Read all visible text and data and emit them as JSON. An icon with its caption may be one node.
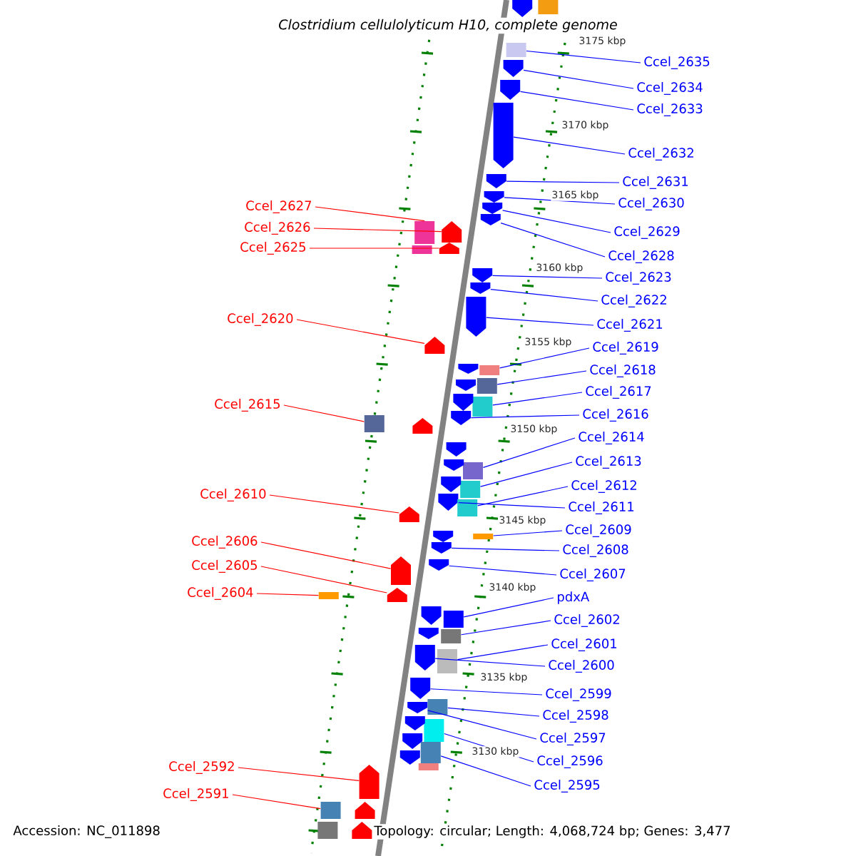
{
  "diagram": {
    "title": "Clostridium cellulolyticum H10, complete genome",
    "nodes": [
      {
        "text": [
          "Ccel_2635"
        ]
      },
      {
        "text": [
          "Ccel_2634"
        ]
      },
      {
        "text": [
          "Ccel_2633"
        ]
      },
      {
        "text": [
          "Ccel_2632"
        ]
      },
      {
        "text": [
          "Ccel_2631"
        ]
      },
      {
        "text": [
          "Ccel_2630"
        ]
      },
      {
        "text": [
          "Ccel_2627"
        ]
      },
      {
        "text": [
          "Ccel_2626"
        ]
      },
      {
        "text": [
          "Ccel_2629"
        ]
      },
      {
        "text": [
          "Ccel_2625"
        ]
      },
      {
        "text": [
          "Ccel_2628"
        ]
      },
      {
        "text": [
          "Ccel_2623"
        ]
      },
      {
        "text": [
          "Ccel_2622"
        ]
      },
      {
        "text": [
          "Ccel_2620"
        ]
      },
      {
        "text": [
          "Ccel_2621"
        ]
      },
      {
        "text": [
          "Ccel_2619"
        ]
      },
      {
        "text": [
          "Ccel_2618"
        ]
      },
      {
        "text": [
          "Ccel_2617"
        ]
      },
      {
        "text": [
          "Ccel_2615"
        ]
      },
      {
        "text": [
          "Ccel_2616"
        ]
      },
      {
        "text": [
          "Ccel_2614"
        ]
      },
      {
        "text": [
          "Ccel_2613"
        ]
      },
      {
        "text": [
          "Ccel_2612"
        ]
      },
      {
        "text": [
          "Ccel_2610"
        ]
      },
      {
        "text": [
          "Ccel_2611"
        ]
      },
      {
        "text": [
          "Ccel_2609"
        ]
      },
      {
        "text": [
          "Ccel_2606"
        ]
      },
      {
        "text": [
          "Ccel_2608"
        ]
      },
      {
        "text": [
          "Ccel_2605"
        ]
      },
      {
        "text": [
          "Ccel_2607"
        ]
      },
      {
        "text": [
          "Ccel_2604"
        ]
      },
      {
        "text": [
          "pdxA"
        ]
      },
      {
        "text": [
          "Ccel_2602"
        ]
      },
      {
        "text": [
          "Ccel_2601"
        ]
      },
      {
        "text": [
          "Ccel_2600"
        ]
      },
      {
        "text": [
          "Ccel_2599"
        ]
      },
      {
        "text": [
          "Ccel_2598"
        ]
      },
      {
        "text": [
          "Ccel_2597"
        ]
      },
      {
        "text": [
          "Ccel_2596"
        ]
      },
      {
        "text": [
          "Ccel_2592"
        ]
      },
      {
        "text": [
          "Ccel_2595"
        ]
      },
      {
        "text": [
          "Ccel_2591"
        ]
      },
      {
        "text": [],
        "shape": "box"
      },
      {
        "text": [],
        "shape": "pentagon"
      },
      {
        "text": [],
        "shape": "pentagon"
      },
      {
        "text": [],
        "shape": "pentagon"
      },
      {
        "text": [],
        "shape": "pentagon"
      },
      {
        "text": [],
        "shape": "pentagon"
      },
      {
        "text": [],
        "shape": "pentagon"
      },
      {
        "text": [],
        "shape": "pentagon"
      },
      {
        "text": [],
        "shape": "box"
      },
      {
        "text": [],
        "shape": "pentagon"
      },
      {
        "text": [],
        "shape": "pentagon"
      },
      {
        "text": [],
        "shape": "pentagon"
      },
      {
        "text": [],
        "shape": "pentagon"
      },
      {
        "text": [],
        "shape": "pentagon"
      },
      {
        "text": [],
        "shape": "pentagon"
      },
      {
        "text": [],
        "shape": "box"
      },
      {
        "text": [],
        "shape": "box"
      },
      {
        "text": [],
        "shape": "box"
      },
      {
        "text": [],
        "shape": "pentagon"
      },
      {
        "text": [],
        "shape": "box"
      },
      {
        "text": [],
        "shape": "box"
      },
      {
        "text": [],
        "shape": "box"
      },
      {
        "text": [],
        "shape": "pentagon"
      },
      {
        "text": [],
        "shape": "box"
      },
      {
        "text": [],
        "shape": "pentagon"
      },
      {
        "text": [],
        "shape": "box"
      },
      {
        "text": [],
        "shape": "pentagon"
      },
      {
        "text": [],
        "shape": "pentagon"
      },
      {
        "text": [],
        "shape": "pentagon"
      },
      {
        "text": [],
        "shape": "pentagon"
      },
      {
        "text": [],
        "shape": "box"
      },
      {
        "text": [],
        "shape": "box"
      },
      {
        "text": [],
        "shape": "box"
      },
      {
        "text": [],
        "shape": "pentagon"
      },
      {
        "text": [],
        "shape": "box"
      },
      {
        "text": [],
        "shape": "pentagon"
      },
      {
        "text": [],
        "shape": "box"
      },
      {
        "text": [],
        "shape": "pentagon"
      },
      {
        "text": [],
        "shape": "box"
      },
      {
        "text": [],
        "shape": "box"
      },
      {
        "text": [],
        "shape": "pentagon"
      },
      {
        "text": [],
        "shape": "box"
      },
      {
        "text": [],
        "shape": "pentagon"
      },
      {
        "text": [],
        "shape": "pentagon"
      },
      {
        "text": [],
        "shape": "pentagon"
      },
      {
        "text": [],
        "shape": "pentagon"
      },
      {
        "text": [],
        "shape": "pentagon"
      },
      {
        "text": [],
        "shape": "pentagon"
      },
      {
        "text": [],
        "shape": "pentagon"
      },
      {
        "text": [],
        "shape": "pentagon"
      },
      {
        "text": [],
        "shape": "pentagon"
      },
      {
        "text": [],
        "shape": "pentagon"
      },
      {
        "text": [],
        "shape": "pentagon"
      },
      {
        "text": [],
        "shape": "pentagon"
      },
      {
        "text": [],
        "shape": "pentagon"
      },
      {
        "text": [],
        "shape": "pentagon"
      },
      {
        "text": [],
        "shape": "pentagon"
      },
      {
        "text": [],
        "shape": "pentagon"
      },
      {
        "text": [],
        "shape": "box"
      },
      {
        "text": [],
        "shape": "box"
      },
      {
        "text": [],
        "shape": "box"
      },
      {
        "text": [],
        "shape": "box"
      }
    ],
    "edges": [
      {
        "from": 0,
        "to": 42,
        "arrow": "none"
      },
      {
        "from": 1,
        "to": 43,
        "arrow": "none"
      },
      {
        "from": 2,
        "to": 44,
        "arrow": "none"
      },
      {
        "from": 3,
        "to": 45,
        "arrow": "none"
      },
      {
        "from": 4,
        "to": 46,
        "arrow": "none"
      },
      {
        "from": 5,
        "to": 47,
        "arrow": "none"
      },
      {
        "from": 6,
        "to": 50,
        "arrow": "none",
        "color": "#ff0000"
      },
      {
        "from": 7,
        "to": 51,
        "arrow": "none",
        "color": "#ff0000"
      },
      {
        "from": 8,
        "to": 48,
        "arrow": "none"
      },
      {
        "from": 9,
        "to": 52,
        "arrow": "none",
        "color": "#ff0000"
      },
      {
        "from": 10,
        "to": 49,
        "arrow": "none"
      },
      {
        "from": 11,
        "to": 53,
        "arrow": "none"
      },
      {
        "from": 12,
        "to": 54,
        "arrow": "none"
      },
      {
        "from": 13,
        "to": 56,
        "arrow": "none",
        "color": "#ff0000"
      },
      {
        "from": 14,
        "to": 55,
        "arrow": "none"
      },
      {
        "from": 15,
        "to": 57,
        "arrow": "none"
      },
      {
        "from": 16,
        "to": 58,
        "arrow": "none"
      },
      {
        "from": 17,
        "to": 59,
        "arrow": "none"
      },
      {
        "from": 18,
        "to": 61,
        "arrow": "none",
        "color": "#ff0000"
      },
      {
        "from": 19,
        "to": 60,
        "arrow": "none"
      },
      {
        "from": 20,
        "to": 62,
        "arrow": "none"
      },
      {
        "from": 21,
        "to": 63,
        "arrow": "none"
      },
      {
        "from": 22,
        "to": 65,
        "arrow": "none"
      },
      {
        "from": 23,
        "to": 66,
        "arrow": "none",
        "color": "#ff0000"
      },
      {
        "from": 24,
        "to": 64,
        "arrow": "none"
      },
      {
        "from": 25,
        "to": 67,
        "arrow": "none"
      },
      {
        "from": 26,
        "to": 69,
        "arrow": "none",
        "color": "#ff0000"
      },
      {
        "from": 27,
        "to": 68,
        "arrow": "none"
      },
      {
        "from": 28,
        "to": 71,
        "arrow": "none",
        "color": "#ff0000"
      },
      {
        "from": 29,
        "to": 70,
        "arrow": "none"
      },
      {
        "from": 30,
        "to": 72,
        "arrow": "none",
        "color": "#ff0000"
      },
      {
        "from": 31,
        "to": 73,
        "arrow": "none"
      },
      {
        "from": 32,
        "to": 74,
        "arrow": "none"
      },
      {
        "from": 33,
        "to": 76,
        "arrow": "none"
      },
      {
        "from": 34,
        "to": 75,
        "arrow": "none"
      },
      {
        "from": 35,
        "to": 77,
        "arrow": "none"
      },
      {
        "from": 36,
        "to": 78,
        "arrow": "none"
      },
      {
        "from": 37,
        "to": 79,
        "arrow": "none"
      },
      {
        "from": 38,
        "to": 80,
        "arrow": "none"
      },
      {
        "from": 39,
        "to": 82,
        "arrow": "none",
        "color": "#ff0000"
      },
      {
        "from": 40,
        "to": 81,
        "arrow": "none"
      },
      {
        "from": 41,
        "to": 83,
        "arrow": "none",
        "color": "#ff0000"
      }
    ],
    "labels": [
      "3175 kbp",
      "3170 kbp",
      "3165 kbp",
      "3160 kbp",
      "3155 kbp",
      "3150 kbp",
      "3145 kbp",
      "3140 kbp",
      "3135 kbp",
      "3130 kbp",
      "Accession: NC_011898",
      "Topology: circular; Length: 4,068,724 bp; Genes: 3,477"
    ]
  }
}
